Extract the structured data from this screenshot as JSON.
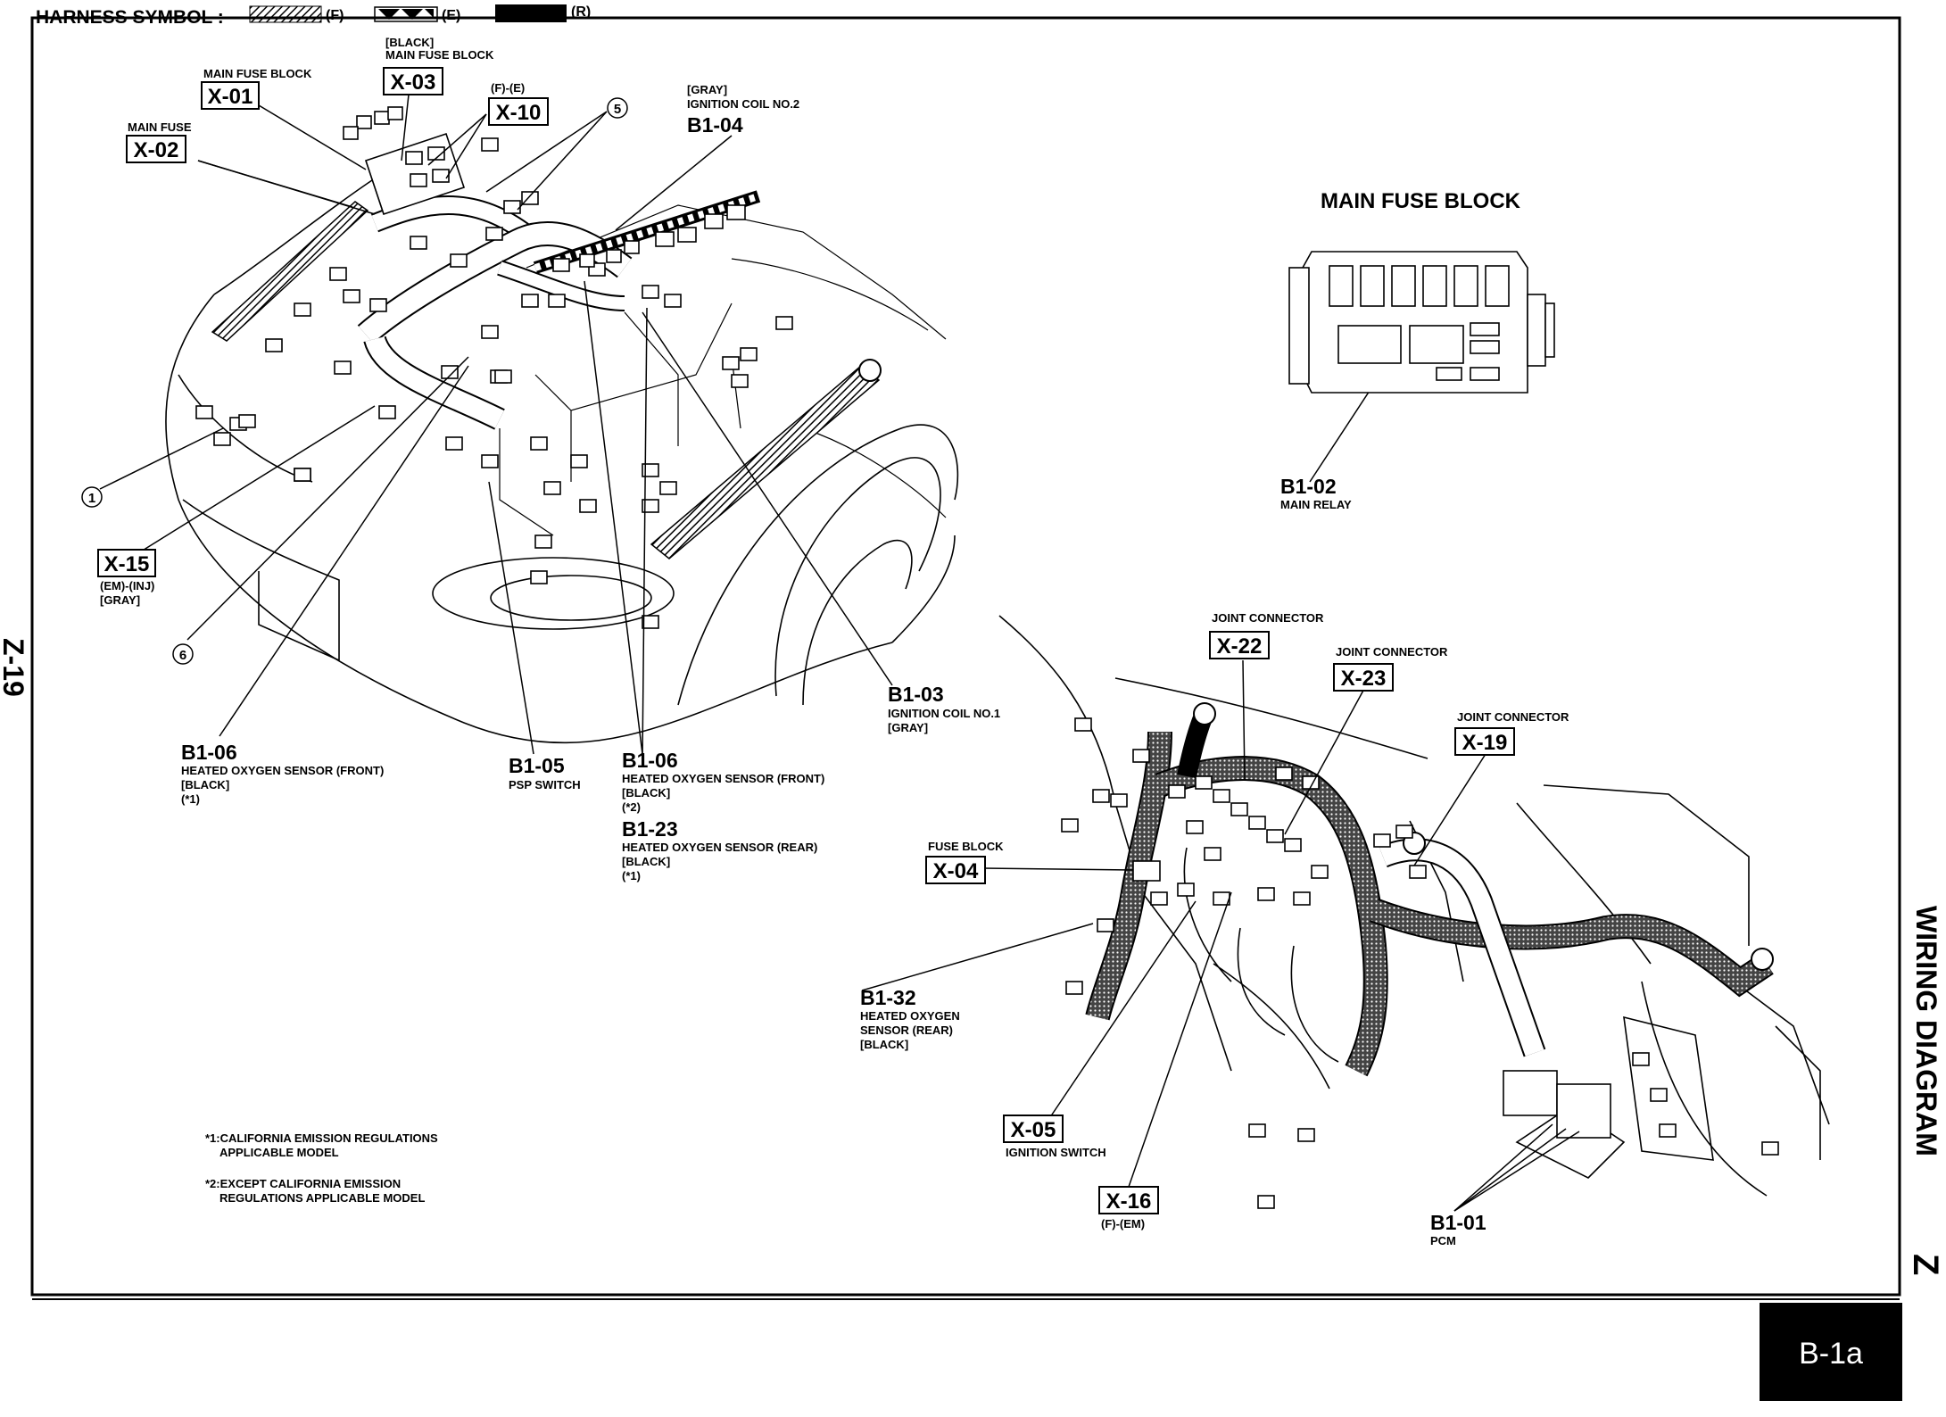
{
  "legend": {
    "title": "HARNESS SYMBOL :",
    "f": "(F)",
    "e": "(E)",
    "r": "(R)"
  },
  "page_ref": "Z-19",
  "side_title": "WIRING DIAGRAM",
  "side_letter": "Z",
  "page_code": "B-1a",
  "inset_title": "MAIN FUSE BLOCK",
  "callouts": {
    "x01": {
      "code": "X-01",
      "desc": "MAIN FUSE BLOCK"
    },
    "x02": {
      "code": "X-02",
      "desc": "MAIN FUSE"
    },
    "x03": {
      "code": "X-03",
      "color": "[BLACK]",
      "desc": "MAIN FUSE BLOCK"
    },
    "x10": {
      "code": "X-10",
      "desc": "(F)-(E)"
    },
    "x15": {
      "code": "X-15",
      "desc": "(EM)-(INJ)",
      "color": "[GRAY]"
    },
    "x22": {
      "code": "X-22",
      "desc": "JOINT CONNECTOR"
    },
    "x23": {
      "code": "X-23",
      "desc": "JOINT CONNECTOR"
    },
    "x19": {
      "code": "X-19",
      "desc": "JOINT CONNECTOR"
    },
    "x04": {
      "code": "X-04",
      "desc": "FUSE BLOCK"
    },
    "x05": {
      "code": "X-05",
      "desc": "IGNITION SWITCH"
    },
    "x16": {
      "code": "X-16",
      "desc": "(F)-(EM)"
    },
    "b104": {
      "code": "B1-04",
      "color": "[GRAY]",
      "desc": "IGNITION COIL NO.2"
    },
    "b102": {
      "code": "B1-02",
      "desc": "MAIN RELAY"
    },
    "b103": {
      "code": "B1-03",
      "desc": "IGNITION COIL NO.1",
      "color": "[GRAY]"
    },
    "b106a": {
      "code": "B1-06",
      "desc": "HEATED OXYGEN SENSOR (FRONT)",
      "color": "[BLACK]",
      "note": "(*1)"
    },
    "b105": {
      "code": "B1-05",
      "desc": "PSP SWITCH"
    },
    "b106b": {
      "code": "B1-06",
      "desc": "HEATED OXYGEN SENSOR (FRONT)",
      "color": "[BLACK]",
      "note": "(*2)"
    },
    "b123": {
      "code": "B1-23",
      "desc": "HEATED OXYGEN SENSOR (REAR)",
      "color": "[BLACK]",
      "note": "(*1)"
    },
    "b132": {
      "code": "B1-32",
      "desc1": "HEATED OXYGEN",
      "desc2": "SENSOR (REAR)",
      "color": "[BLACK]"
    },
    "b101": {
      "code": "B1-01",
      "desc": "PCM"
    },
    "circ1": "1",
    "circ5": "5",
    "circ6": "6"
  },
  "notes": {
    "n1a": "*1:CALIFORNIA EMISSION REGULATIONS",
    "n1b": "APPLICABLE MODEL",
    "n2a": "*2:EXCEPT CALIFORNIA EMISSION",
    "n2b": "REGULATIONS APPLICABLE MODEL"
  },
  "colors": {
    "ink": "#000000",
    "paper": "#ffffff",
    "page_tab": "#000000"
  }
}
